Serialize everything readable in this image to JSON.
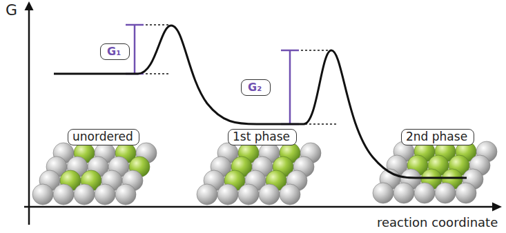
{
  "diagram": {
    "nodes": [
      {
        "text": [
          "G₁"
        ]
      },
      {
        "text": [
          "G₂"
        ]
      },
      {
        "text": [
          "unordered"
        ]
      },
      {
        "text": [
          "1st phase"
        ]
      },
      {
        "text": [
          "2nd phase"
        ]
      }
    ],
    "labels": [
      "G",
      "reaction coordinate"
    ]
  }
}
